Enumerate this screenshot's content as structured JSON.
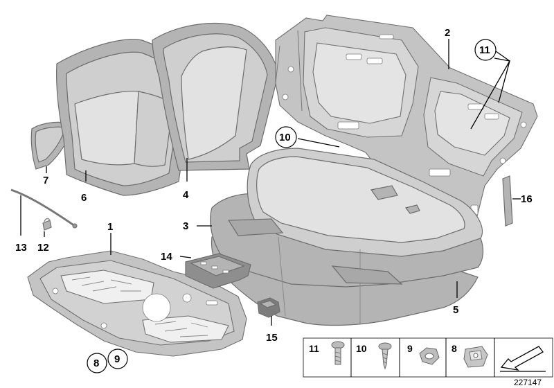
{
  "callouts": {
    "c1": "1",
    "c2": "2",
    "c3": "3",
    "c4": "4",
    "c5": "5",
    "c6": "6",
    "c7": "7",
    "c8": "8",
    "c9": "9",
    "c10": "10",
    "c11": "11",
    "c12": "12",
    "c13": "13",
    "c14": "14",
    "c15": "15",
    "c16": "16"
  },
  "legend": {
    "items": [
      {
        "number": "11",
        "icon": "screw-icon"
      },
      {
        "number": "10",
        "icon": "self-tapping-screw-icon"
      },
      {
        "number": "9",
        "icon": "hex-nut-icon"
      },
      {
        "number": "8",
        "icon": "clip-nut-icon"
      }
    ],
    "arrow_icon": "direction-arrow-icon"
  },
  "diagram_ref": "227147"
}
